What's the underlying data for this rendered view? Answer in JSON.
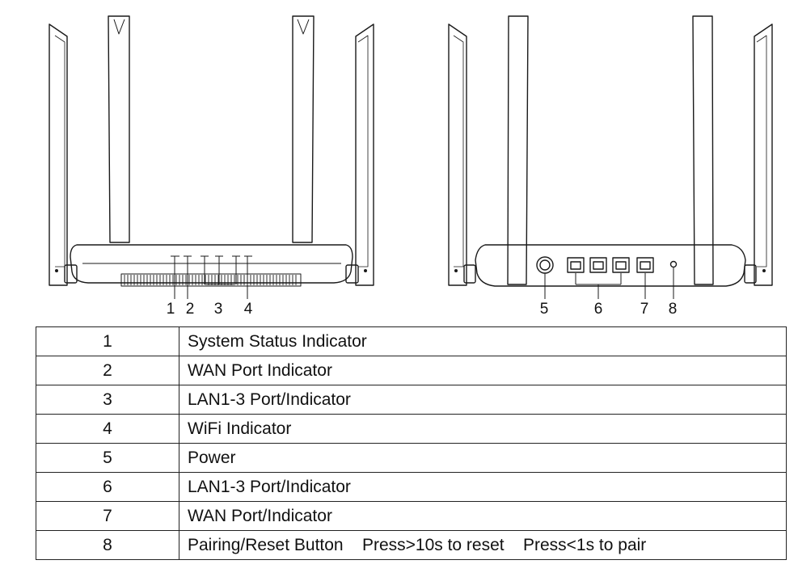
{
  "callouts": {
    "front": [
      "1",
      "2",
      "3",
      "4"
    ],
    "back": [
      "5",
      "6",
      "7",
      "8"
    ]
  },
  "legend": {
    "rows": [
      {
        "number": "1",
        "description": "System Status Indicator"
      },
      {
        "number": "2",
        "description": "WAN Port Indicator"
      },
      {
        "number": "3",
        "description": "LAN1-3 Port/Indicator"
      },
      {
        "number": "4",
        "description": "WiFi Indicator"
      },
      {
        "number": "5",
        "description": "Power"
      },
      {
        "number": "6",
        "description": "LAN1-3 Port/Indicator"
      },
      {
        "number": "7",
        "description": "WAN Port/Indicator"
      },
      {
        "number": "8",
        "description": "Pairing/Reset Button    Press>10s to reset    Press<1s to pair"
      }
    ]
  }
}
